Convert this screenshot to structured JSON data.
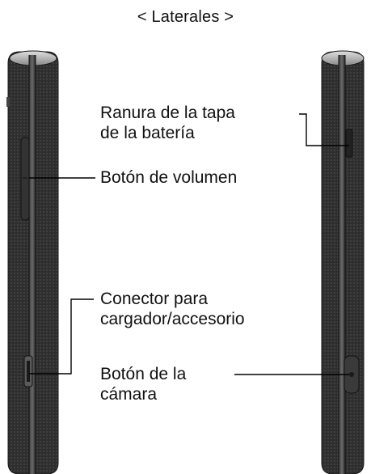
{
  "title": "< Laterales >",
  "labels": {
    "battery_slot_line1": "Ranura de la tapa",
    "battery_slot_line2": "de la batería",
    "volume_button": "Botón de volumen",
    "connector_line1": "Conector para",
    "connector_line2": "cargador/accesorio",
    "camera_button_line1": "Botón de la",
    "camera_button_line2": "cámara"
  },
  "colors": {
    "body_dark": "#2b2b2b",
    "body_mid": "#4a4a4a",
    "edge_light": "#bdbdbd",
    "leader": "#000000"
  }
}
